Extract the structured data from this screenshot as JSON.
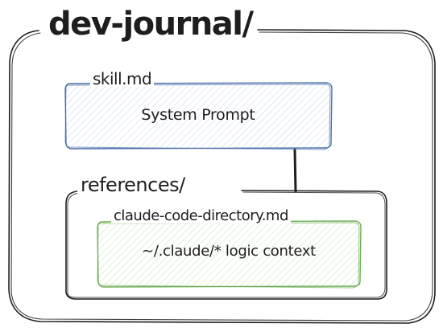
{
  "diagram": {
    "root": {
      "label": "dev-journal/"
    },
    "skill_file": {
      "label": "skill.md",
      "content": "System Prompt",
      "fill": "#dbe4f5",
      "stroke": "#4a6fa8"
    },
    "references": {
      "label": "references/"
    },
    "claude_code_directory": {
      "label": "claude-code-directory.md",
      "content": "~/.claude/* logic context",
      "fill": "#d9efcf",
      "stroke": "#6cae54"
    },
    "colors": {
      "line": "#1e1e1e",
      "background": "#ffffff"
    }
  }
}
